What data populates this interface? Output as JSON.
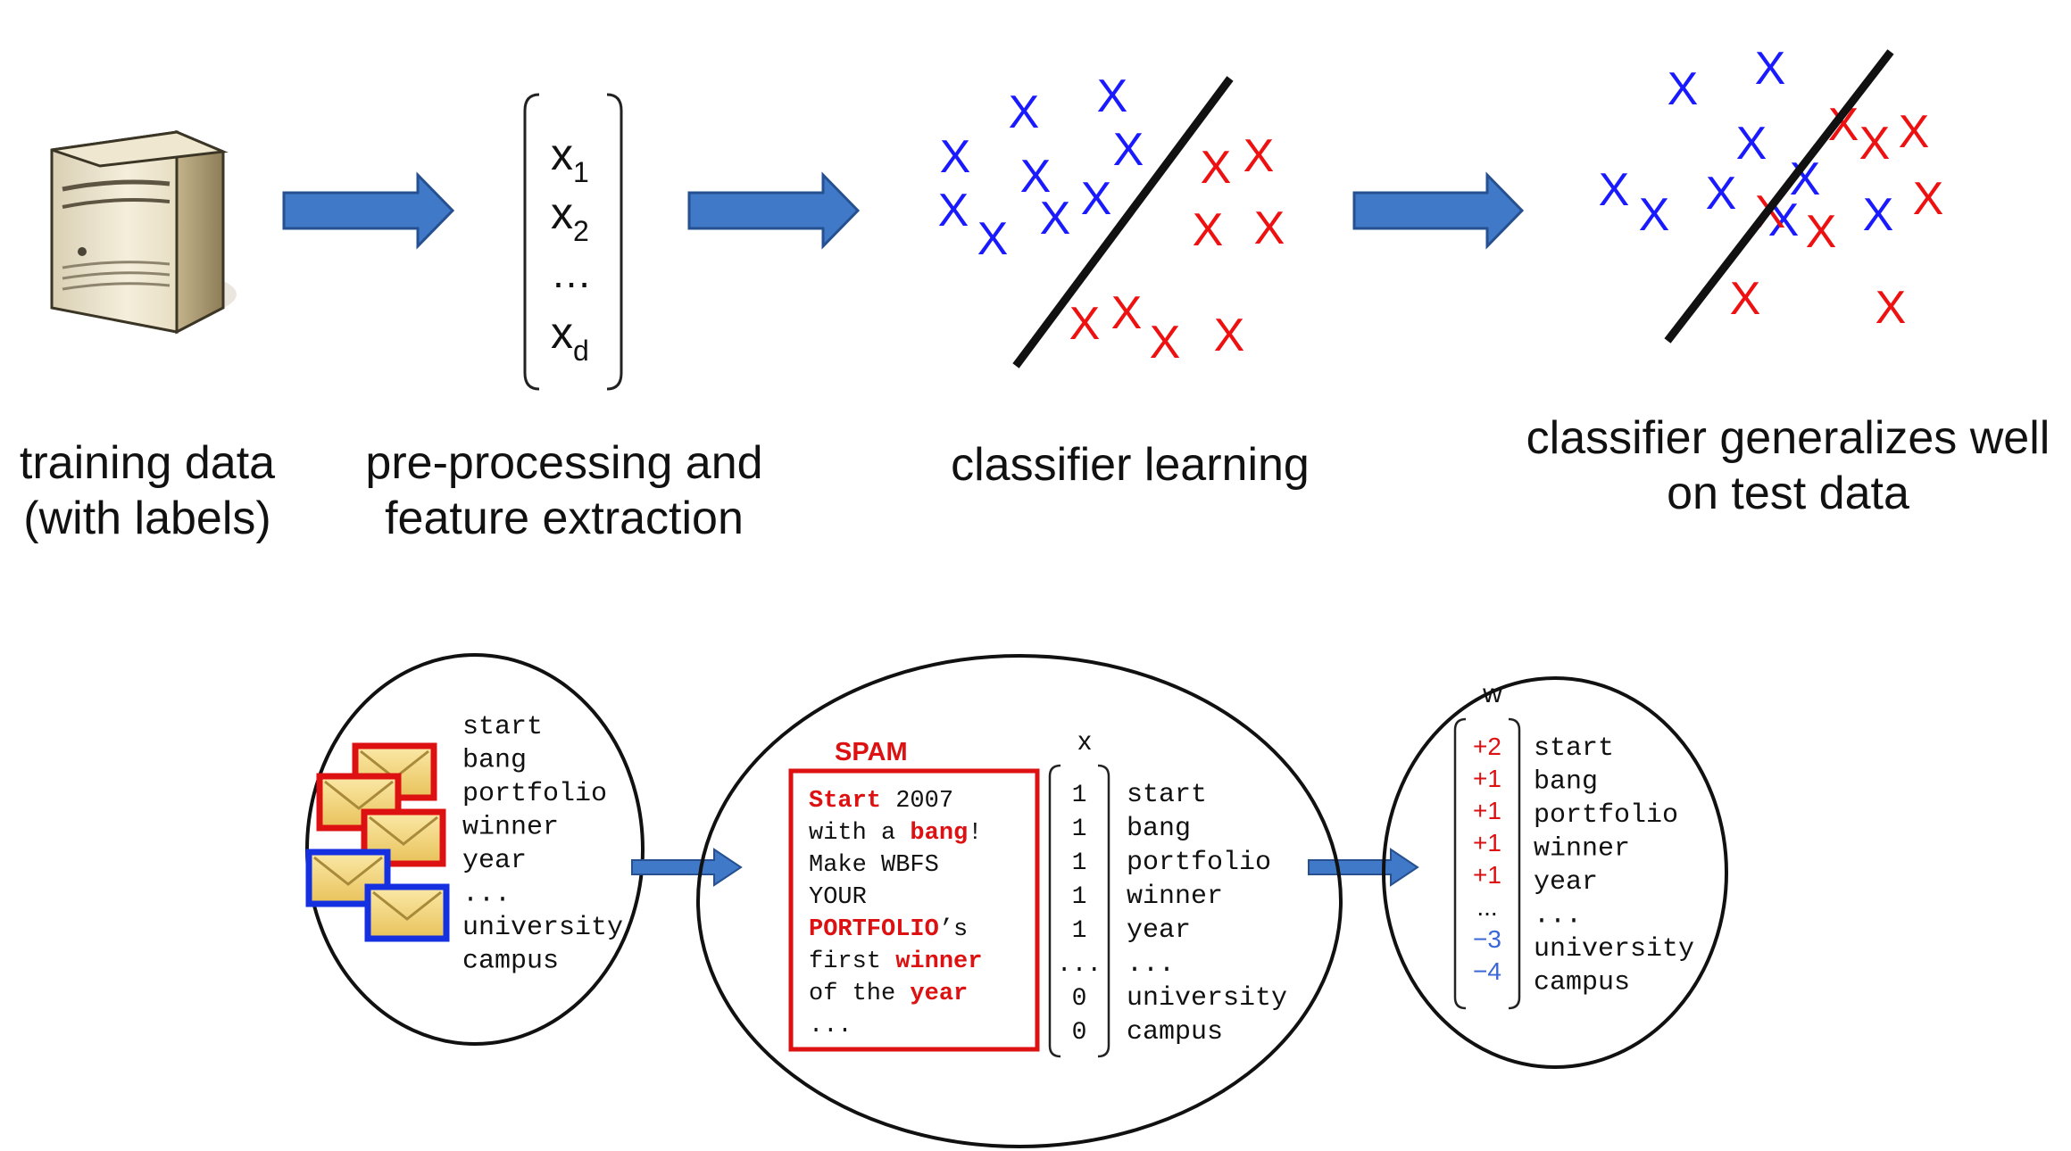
{
  "colors": {
    "blue_mark": "#1a1aff",
    "red_mark": "#ee1111",
    "arrow_fill": "#3f79c8",
    "arrow_stroke": "#26508f",
    "spam_red": "#dd1111",
    "weight_red": "#dd1111",
    "weight_blue": "#3a66d8"
  },
  "pipeline": {
    "labels": {
      "training_line1": "training data",
      "training_line2": "(with labels)",
      "preprocess_line1": "pre-processing and",
      "preprocess_line2": "feature extraction",
      "learning": "classifier learning",
      "general_line1": "classifier generalizes well",
      "general_line2": "on test data"
    },
    "feature_vector": [
      {
        "base": "x",
        "sub": "1"
      },
      {
        "base": "x",
        "sub": "2"
      },
      {
        "base": "…",
        "sub": ""
      },
      {
        "base": "x",
        "sub": "d"
      }
    ],
    "mark_glyph": "X",
    "icons": [
      "server-icon",
      "arrow-right-icon"
    ]
  },
  "spam_example": {
    "vocab": [
      "start",
      "bang",
      "portfolio",
      "winner",
      "year",
      "...",
      "university",
      "campus"
    ],
    "spam_label": "SPAM",
    "email_lines": [
      [
        {
          "t": "Start",
          "hl": true
        },
        {
          "t": " 2007",
          "hl": false
        }
      ],
      [
        {
          "t": "with a ",
          "hl": false
        },
        {
          "t": "bang",
          "hl": true
        },
        {
          "t": "!",
          "hl": false
        }
      ],
      [
        {
          "t": "Make WBFS",
          "hl": false
        }
      ],
      [
        {
          "t": "YOUR",
          "hl": false
        }
      ],
      [
        {
          "t": "PORTFOLIO",
          "hl": true
        },
        {
          "t": "’s",
          "hl": false
        }
      ],
      [
        {
          "t": "first ",
          "hl": false
        },
        {
          "t": "winner",
          "hl": true
        }
      ],
      [
        {
          "t": "of the ",
          "hl": false
        },
        {
          "t": "year",
          "hl": true
        }
      ],
      [
        {
          "t": "...",
          "hl": false
        }
      ]
    ],
    "x_label": "x",
    "x_values": [
      "1",
      "1",
      "1",
      "1",
      "1",
      "...",
      "0",
      "0"
    ],
    "w_label": "w",
    "w_values": [
      {
        "v": "+2",
        "sign": "pos"
      },
      {
        "v": "+1",
        "sign": "pos"
      },
      {
        "v": "+1",
        "sign": "pos"
      },
      {
        "v": "+1",
        "sign": "pos"
      },
      {
        "v": "+1",
        "sign": "pos"
      },
      {
        "v": "...",
        "sign": "none"
      },
      {
        "v": "−3",
        "sign": "neg"
      },
      {
        "v": "−4",
        "sign": "neg"
      }
    ],
    "icons": [
      "envelope-stack-icon",
      "arrow-right-icon"
    ]
  }
}
